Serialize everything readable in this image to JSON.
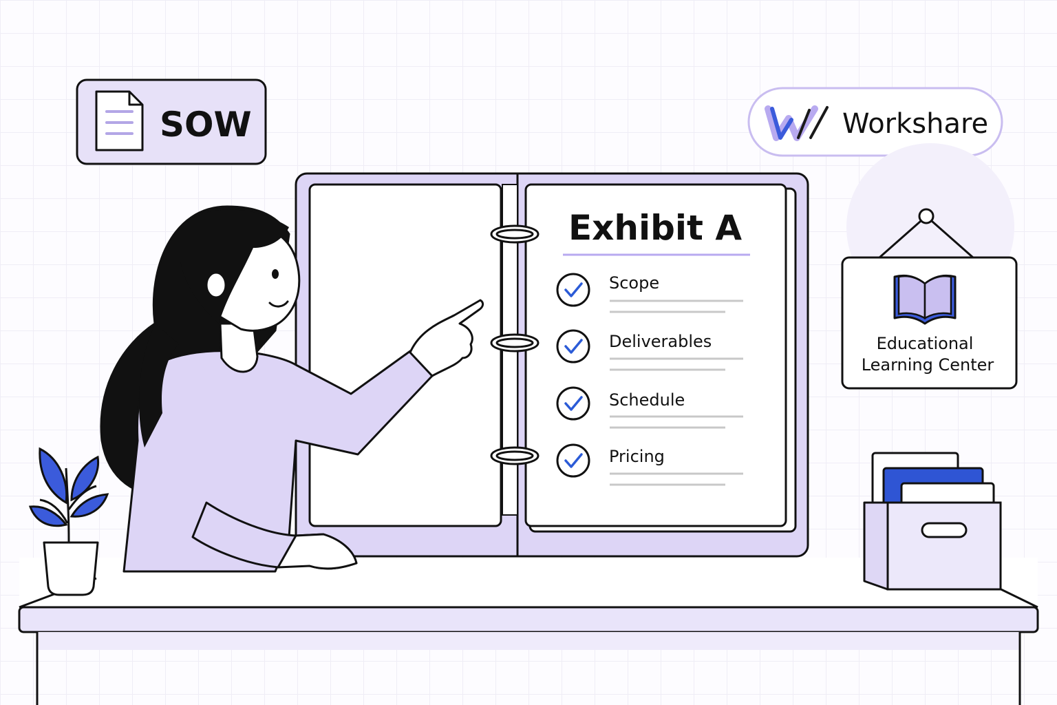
{
  "sow_badge": {
    "label": "SOW",
    "icon": "document-icon"
  },
  "brand": {
    "name": "Workshare",
    "icon": "workshare-logo"
  },
  "binder": {
    "page_title": "Exhibit A",
    "items": [
      {
        "label": "Scope",
        "checked": true
      },
      {
        "label": "Deliverables",
        "checked": true
      },
      {
        "label": "Schedule",
        "checked": true
      },
      {
        "label": "Pricing",
        "checked": true
      }
    ]
  },
  "sign": {
    "line1": "Educational",
    "line2": "Learning Center",
    "icon": "open-book-icon"
  },
  "colors": {
    "lavender": "#ded7f5",
    "lavender_light": "#ece8fa",
    "check_blue": "#2b5bd7",
    "outline": "#111111",
    "accent_blue": "#3b5bdb"
  }
}
